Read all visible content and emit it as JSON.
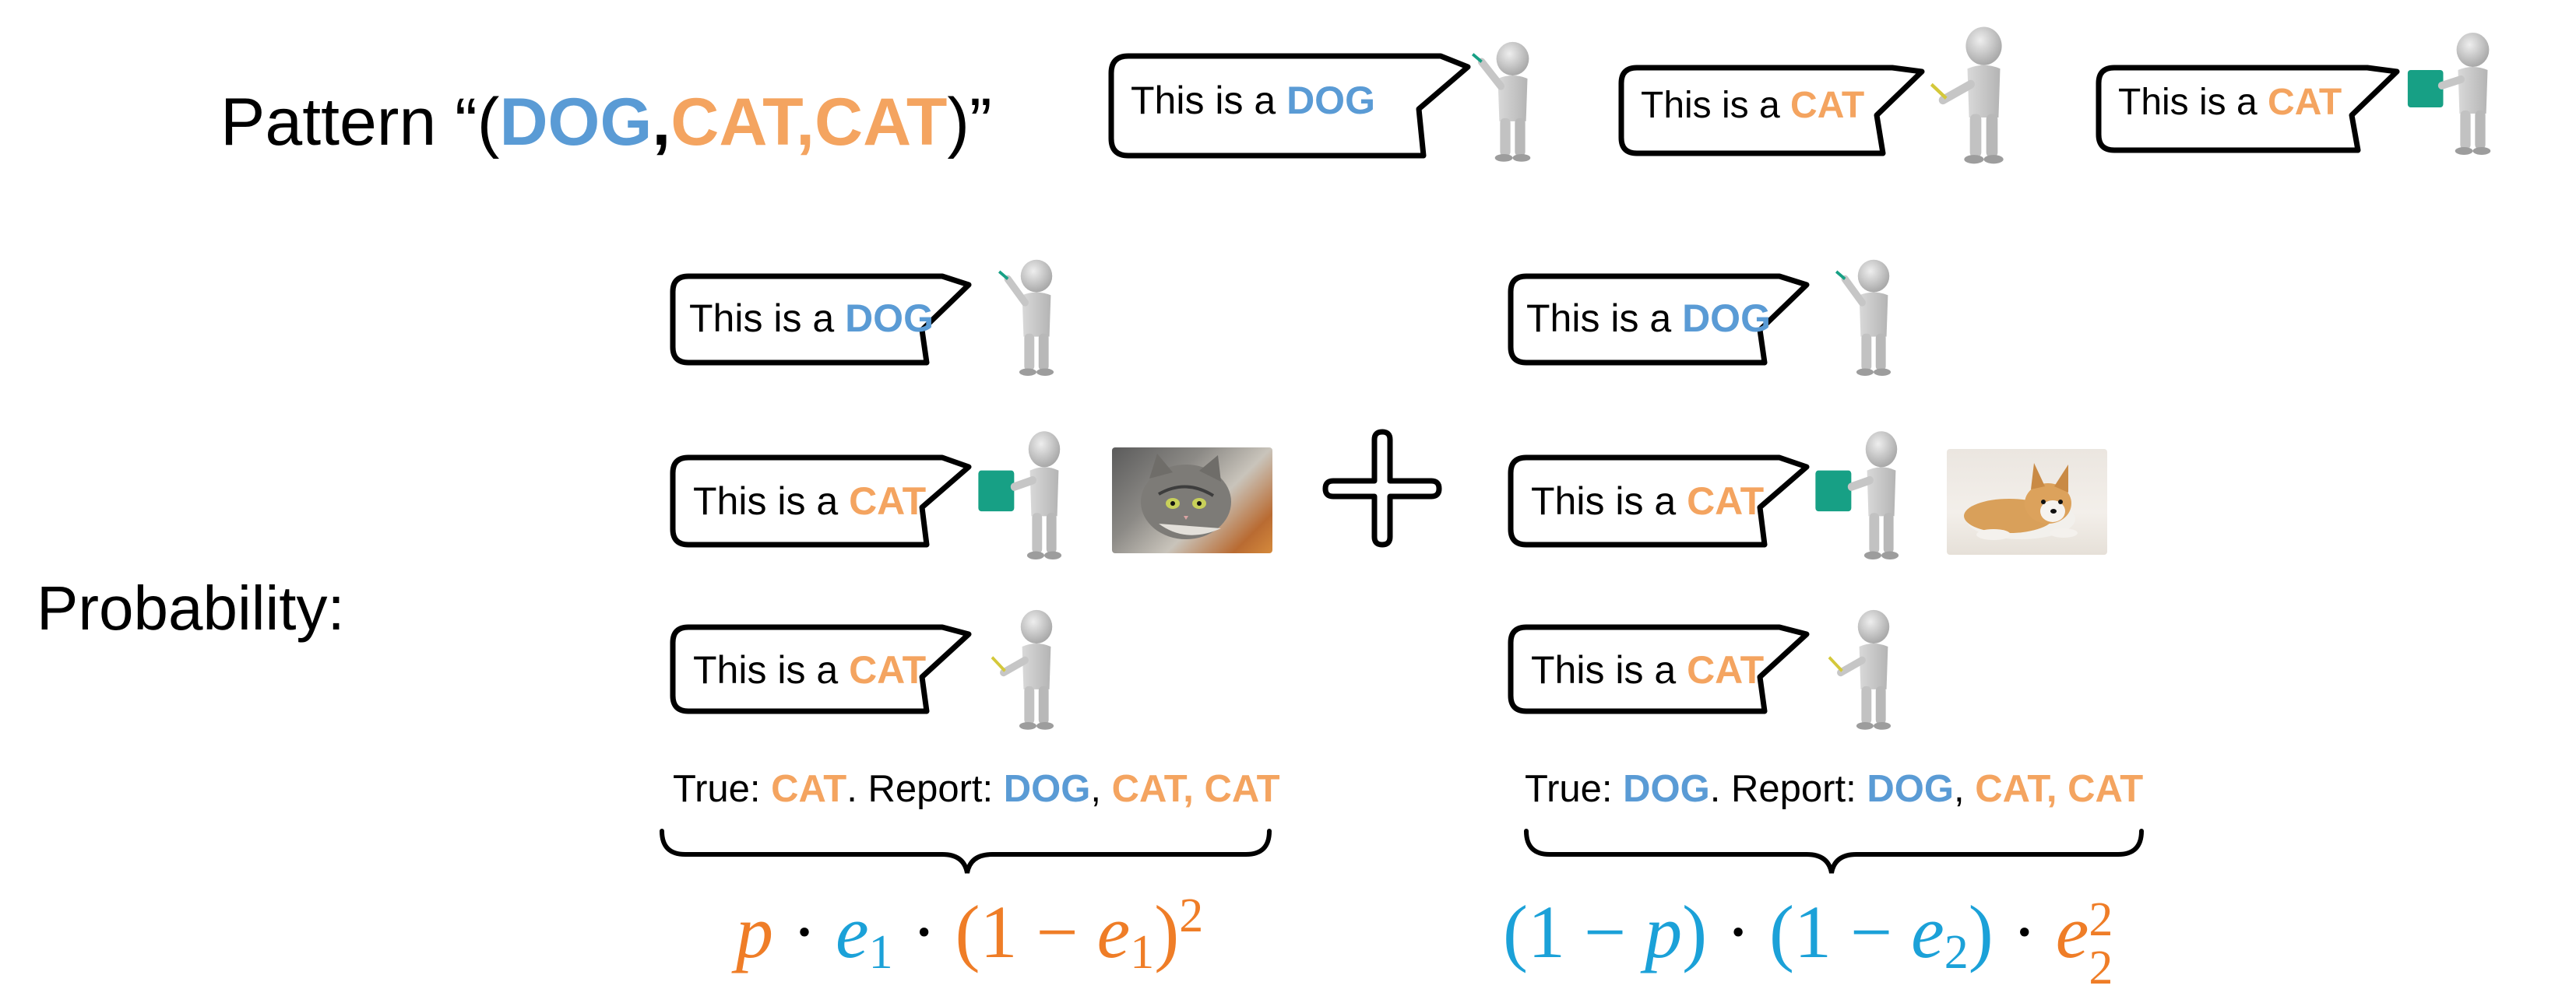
{
  "colors": {
    "dog": "#5a9bd5",
    "cat": "#f4a460",
    "formula_blue": "#1ba1d8",
    "formula_orange": "#ef7d27",
    "figure": "#c8c8c8",
    "sign": "#17a085"
  },
  "pattern": {
    "prefix": "Pattern “(",
    "w1": "DOG",
    "c1": ",",
    "w2": "CAT",
    "c2": ",",
    "w3": "CAT",
    "suffix": ")”"
  },
  "bubble_prefix": "This is a ",
  "words": {
    "dog": "DOG",
    "cat": "CAT"
  },
  "probability_label": "Probability:",
  "left_case": {
    "true_label": "True:",
    "true_word": "CAT",
    "report_label": ". Report:",
    "r1": "DOG",
    "sep": ",",
    "r2": "CAT, CAT"
  },
  "right_case": {
    "true_label": "True:",
    "true_word": "DOG",
    "report_label": ". Report:",
    "r1": "DOG",
    "sep": ",",
    "r2": "CAT, CAT"
  },
  "formula_left": {
    "p": "p",
    "dot": "·",
    "e": "e",
    "sub1": "1",
    "open": "(1 − ",
    "close": ")",
    "sup": "2"
  },
  "formula_right": {
    "open1": "(1 − ",
    "p": "p",
    "close": ")",
    "dot": "·",
    "open2": "(1 − ",
    "e": "e",
    "sub2": "2",
    "sup": "2",
    "sub": "2"
  },
  "icons": [
    "person-pointing-icon",
    "speech-bubble-icon",
    "cat-photo",
    "dog-photo",
    "plus-icon",
    "curly-brace-icon"
  ]
}
